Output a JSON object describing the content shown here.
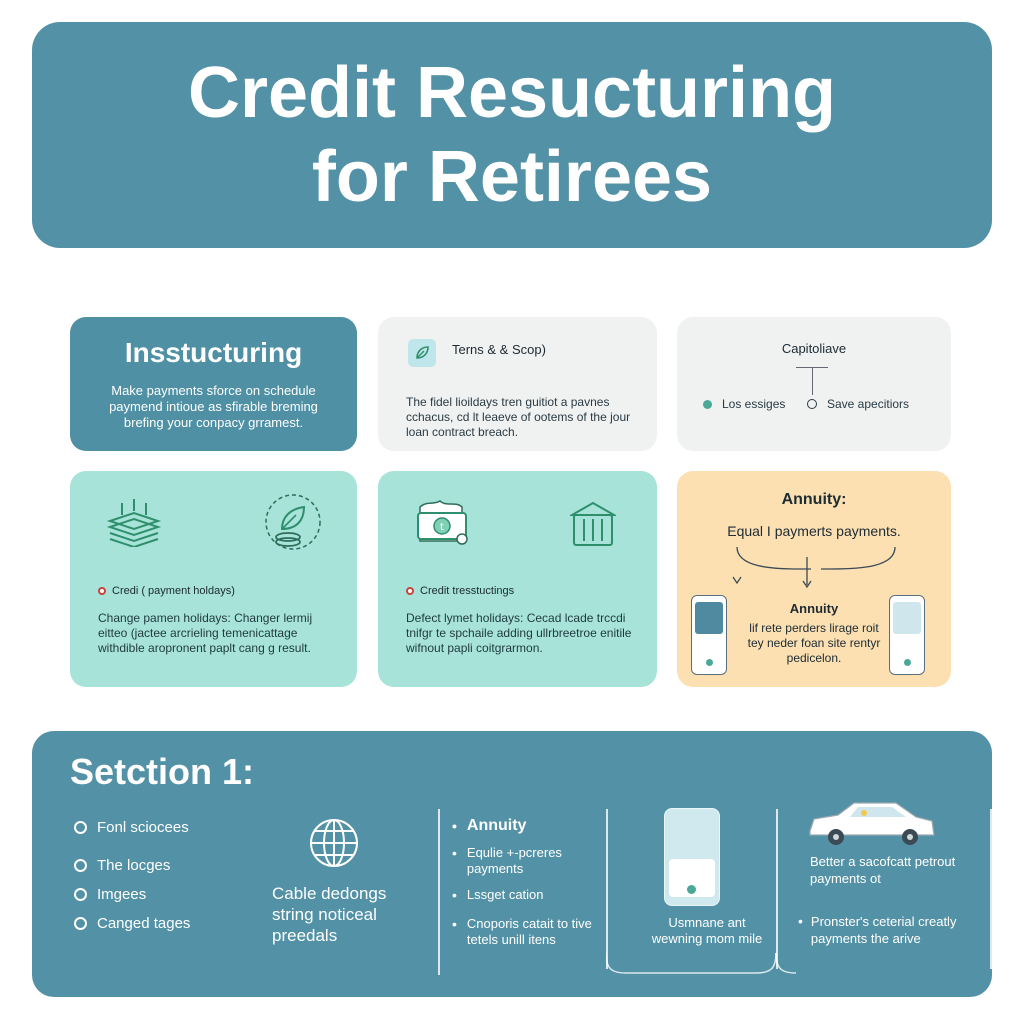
{
  "banner": {
    "line1": "Credit Resucturing",
    "line2": "for Retirees"
  },
  "cards": {
    "r1c1": {
      "title": "Insstucturing",
      "body": "Make payments sforce on schedule paymend intioue as sfirable breming brefing your conpacy grramest."
    },
    "r1c2": {
      "title": "Terns & & Scop)",
      "body": "The fidel lioildays tren guitiot a pavnes cchacus, cd lt leaeve of ootems of the jour loan contract breach."
    },
    "r1c3": {
      "title": "Capitoliave",
      "option_a": "Los essiges",
      "option_b": "Save apecitiors"
    },
    "r2c1": {
      "heading": "Credi ( payment holdays)",
      "body": "Change pamen holidays: Changer lermij eitteo (jactee arcrieling temenicattage withdible aropronent paplt cang g result."
    },
    "r2c2": {
      "heading": "Credit tresstuctings",
      "body": "Defect lymet holidays: Cecad lcade trccdi tnifgr te spchaile adding ullrbreetroe enitile wifnout papli coitgrarmon."
    },
    "r2c3": {
      "title": "Annuity:",
      "subtitle": "Equal I paymerts payments.",
      "heading2": "Annuity",
      "body": "lif rete perders lirage roit tey neder foan site rentyr pedicelon."
    }
  },
  "section": {
    "title": "Setction 1:",
    "list": [
      "Fonl sciocees",
      "The locges",
      "Imgees",
      "Canged tages"
    ],
    "mid_text": "Cable dedongs string noticeal preedals",
    "col4_head": "Annuity",
    "col4_items": [
      "Equlie +-pcreres payments",
      "Lssget cation",
      "Cnoporis catait to tive tetels unill itens"
    ],
    "col5_text": "Usmnane ant wewning mom mile",
    "col6_text1": "Better a sacofcatt petrout payments ot",
    "col6_text2": "Pronster's ceterial creatly payments the arive"
  },
  "icons": {
    "r1c2": "leaf-icon",
    "r2c1_left": "money-stack-icon",
    "r2c1_right": "leaf-coins-icon",
    "r2c2_left": "banknote-icon",
    "r2c2_right": "basket-icon",
    "section_globe": "globe-icon",
    "section_car": "car-icon"
  },
  "colors": {
    "primary": "#5392a6",
    "mint": "#a7e3d8",
    "peach": "#fce0b2",
    "grey": "#f0f1f1",
    "icon_green": "#2f8f6d"
  }
}
